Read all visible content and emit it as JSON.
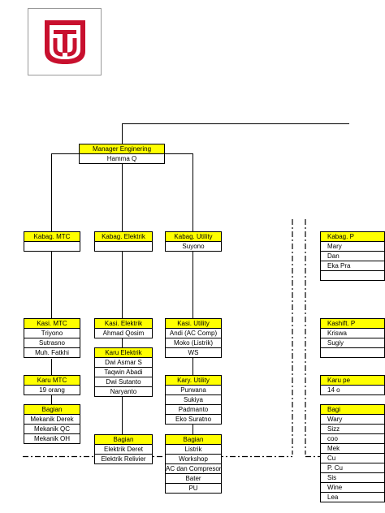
{
  "colors": {
    "header_fill": "#ffff00",
    "logo_red": "#c8102e",
    "line": "#000000"
  },
  "logo": {
    "icon": "company-logo-icon"
  },
  "manager": {
    "title": "Manager Enginering",
    "members": [
      "Hamma Q"
    ]
  },
  "kabag": [
    {
      "title": "Kabag. MTC",
      "members": [
        ""
      ]
    },
    {
      "title": "Kabag. Elektrik",
      "members": [
        ""
      ]
    },
    {
      "title": "Kabag. Utility",
      "members": [
        "Suyono"
      ]
    }
  ],
  "kasi": [
    {
      "title": "Kasi. MTC",
      "members": [
        "Triyono",
        "Sutrasno",
        "Muh. Fatkhi"
      ]
    },
    {
      "title": "Kasi. Elektrik",
      "members": [
        "Ahmad Qosim"
      ]
    },
    {
      "title": "Kasi. Utility",
      "members": [
        "Andi (AC Comp)",
        "Moko (Listrik)",
        "WS"
      ]
    }
  ],
  "karu_elektrik": {
    "title": "Karu Elektrik",
    "members": [
      "Dwi Asmar S",
      "Taqwin Abadi",
      "Dwi Sutanto",
      "Naryanto"
    ]
  },
  "karu_mtc": {
    "title": "Karu MTC",
    "members": [
      "19 orang"
    ]
  },
  "kary_utility": {
    "title": "Kary. Utility",
    "members": [
      "Purwana",
      "Sukiya",
      "Padmanto",
      "Eko Suratno"
    ]
  },
  "bagian_mtc": {
    "title": "Bagian",
    "members": [
      "Mekanik Derek",
      "Mekanik QC",
      "Mekanik OH"
    ]
  },
  "bagian_elektrik": {
    "title": "Bagian",
    "members": [
      "Elektrik Deret",
      "Elektrik Relivier"
    ]
  },
  "bagian_utility": {
    "title": "Bagian",
    "members": [
      "Listrik",
      "Workshop",
      "AC dan Compresor",
      "Bater",
      "PU"
    ]
  },
  "right": {
    "kabag": {
      "title": "Kabag. P",
      "members": [
        "Mary",
        "Dan",
        "Eka Pra"
      ]
    },
    "kashift": {
      "title": "Kashift. P",
      "members": [
        "Kriswa",
        "Sugiy"
      ]
    },
    "karu": {
      "title": "Karu pe",
      "members": [
        "14 o"
      ]
    },
    "bagian": {
      "title": "Bagi",
      "members": [
        "Wary",
        "Sizz",
        "coo",
        "Mek",
        "Cu",
        "P. Cu",
        "Sis",
        "Wine",
        "Lea"
      ]
    }
  }
}
